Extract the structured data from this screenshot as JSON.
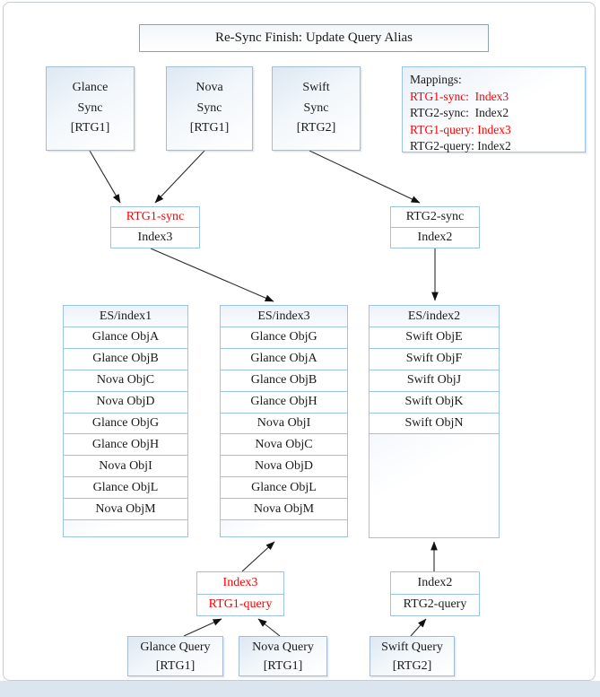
{
  "colors": {
    "red_text": "#ff0000",
    "box_border_light_blue": "#9dc3e6",
    "sync_box_border": "#a3bdd6",
    "arrow": "#1a1a1a",
    "bottom_strip": "#dbe5f0"
  },
  "title": "Re-Sync Finish: Update Query Alias",
  "sync_boxes": {
    "glance": "Glance\nSync\n[RTG1]",
    "nova": "Nova\nSync\n[RTG1]",
    "swift": "Swift\nSync\n[RTG2]"
  },
  "mappings": {
    "title": "Mappings:",
    "lines": [
      {
        "text": "RTG1-sync:  Index3",
        "color": "red"
      },
      {
        "text": "RTG2-sync:  Index2",
        "color": "black"
      },
      {
        "text": "RTG1-query: Index3",
        "color": "red"
      },
      {
        "text": "RTG2-query: Index2",
        "color": "black"
      }
    ]
  },
  "alias_boxes": {
    "rtg1_sync": {
      "top": "RTG1-sync",
      "bottom": "Index3",
      "top_color": "red",
      "bottom_color": "black"
    },
    "rtg2_sync": {
      "top": "RTG2-sync",
      "bottom": "Index2",
      "top_color": "black",
      "bottom_color": "black"
    },
    "rtg1_query": {
      "top": "Index3",
      "bottom": "RTG1-query",
      "top_color": "red",
      "bottom_color": "red"
    },
    "rtg2_query": {
      "top": "Index2",
      "bottom": "RTG2-query",
      "top_color": "black",
      "bottom_color": "black"
    }
  },
  "tables": [
    {
      "header": "ES/index1",
      "rows": [
        "Glance ObjA",
        "Glance ObjB",
        "Nova ObjC",
        "Nova ObjD",
        "Glance ObjG",
        "Glance ObjH",
        "Nova ObjI",
        "Glance ObjL",
        "Nova ObjM"
      ]
    },
    {
      "header": "ES/index3",
      "rows": [
        "Glance ObjG",
        "Glance ObjA",
        "Glance ObjB",
        "Glance ObjH",
        "Nova ObjI",
        "Nova ObjC",
        "Nova ObjD",
        "Glance ObjL",
        "Nova ObjM"
      ]
    },
    {
      "header": "ES/index2",
      "rows": [
        "Swift ObjE",
        "Swift ObjF",
        "Swift ObjJ",
        "Swift ObjK",
        "Swift ObjN"
      ]
    }
  ],
  "query_boxes": {
    "glance": "Glance Query\n[RTG1]",
    "nova": "Nova Query\n[RTG1]",
    "swift": "Swift Query\n[RTG2]"
  }
}
